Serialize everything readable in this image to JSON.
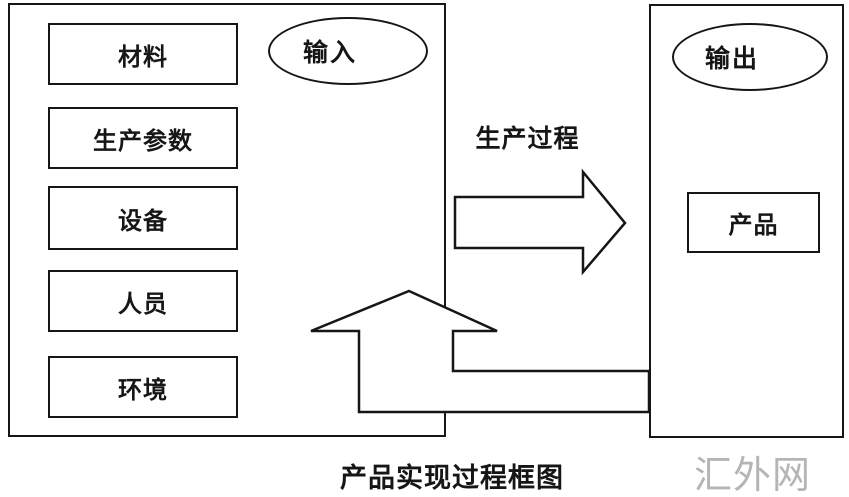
{
  "colors": {
    "line": "#161616",
    "background": "#ffffff",
    "watermark": "#b5b5b5"
  },
  "diagram": {
    "caption": "产品实现过程框图",
    "watermark": "汇外网",
    "input": {
      "ellipse_label": "输入",
      "items": [
        "材料",
        "生产参数",
        "设备",
        "人员",
        "环境"
      ]
    },
    "process": {
      "label": "生产过程"
    },
    "output": {
      "ellipse_label": "输出",
      "product_label": "产品"
    }
  }
}
